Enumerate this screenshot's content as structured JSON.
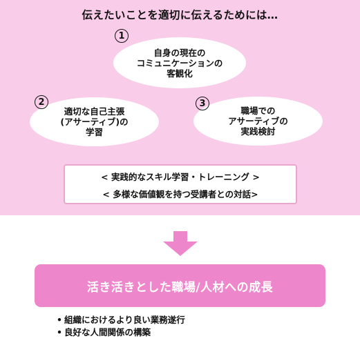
{
  "title": "伝えたいことを適切に伝えるためには…",
  "steps": [
    {
      "number": "1",
      "label": "自身の現在の\nコミュニケーションの\n客観化"
    },
    {
      "number": "2",
      "label": "適切な自己主張\n(アサーティブ)の\n学習"
    },
    {
      "number": "3",
      "label": "職場での\nアサーティブの\n実践検討"
    }
  ],
  "methods": [
    "< 実践的なスキル学習・トレーニング >",
    "< 多様な価値観を持つ受講者との対話>"
  ],
  "result": "活き活きとした職場/人材への成長",
  "bullets": [
    "組織におけるより良い業務遂行",
    "良好な人間関係の構築"
  ],
  "colors": {
    "panel_background": "#f9cde9",
    "method_border": "#e9a5cb",
    "arrow": "#ee86cc",
    "result_background": "#ee86cc",
    "result_text": "#ffffff"
  },
  "icons": {
    "arrow": "down-arrow-icon",
    "bullet": "•"
  }
}
